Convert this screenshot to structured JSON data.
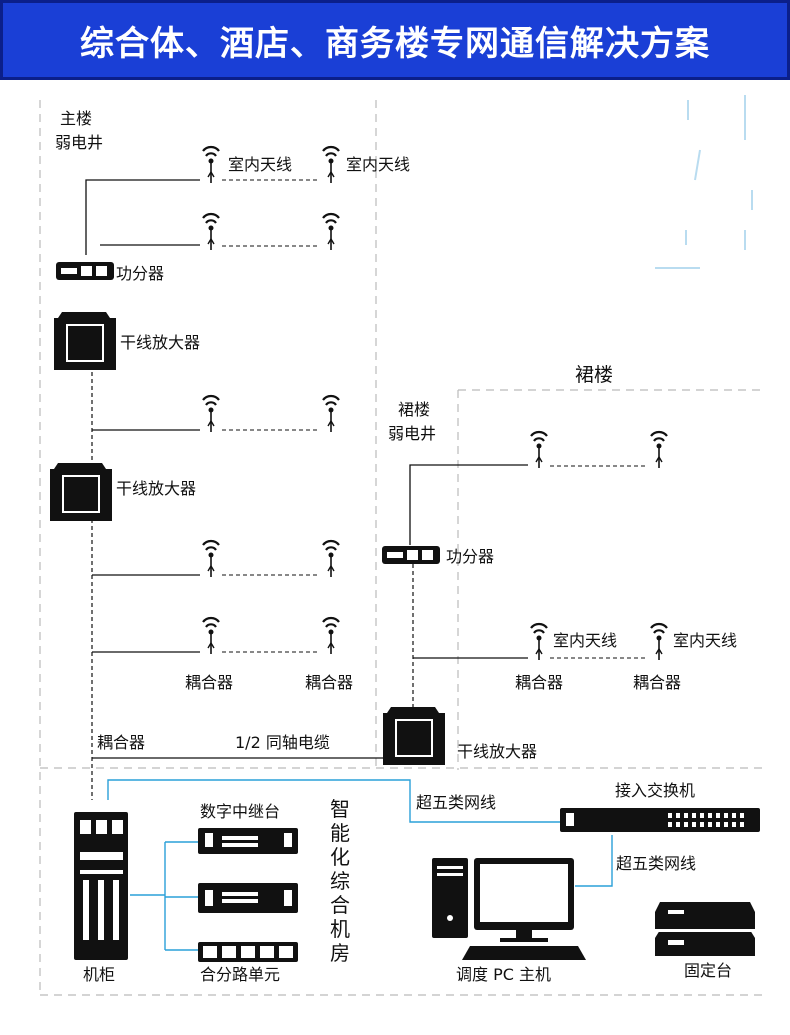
{
  "title": "综合体、酒店、商务楼专网通信解决方案",
  "labels": {
    "main_building_shaft_1": "主楼",
    "main_building_shaft_2": "弱电井",
    "podium_title": "裙楼",
    "podium_shaft_1": "裙楼",
    "podium_shaft_2": "弱电井",
    "indoor_antenna": "室内天线",
    "power_splitter": "功分器",
    "trunk_amplifier": "干线放大器",
    "coupler": "耦合器",
    "coax_cable": "1/2 同轴电缆",
    "cat5e_cable": "超五类网线",
    "access_switch": "接入交换机",
    "digital_repeater": "数字中继台",
    "combiner_unit": "合分路单元",
    "cabinet": "机柜",
    "dispatch_pc": "调度 PC 主机",
    "fixed_station": "固定台",
    "smart_room_vertical": "智能化综合机房"
  },
  "colors": {
    "banner_bg": "#1a3fd6",
    "banner_text": "#ffffff",
    "network_line": "#2aa0d8",
    "device": "#111111"
  }
}
